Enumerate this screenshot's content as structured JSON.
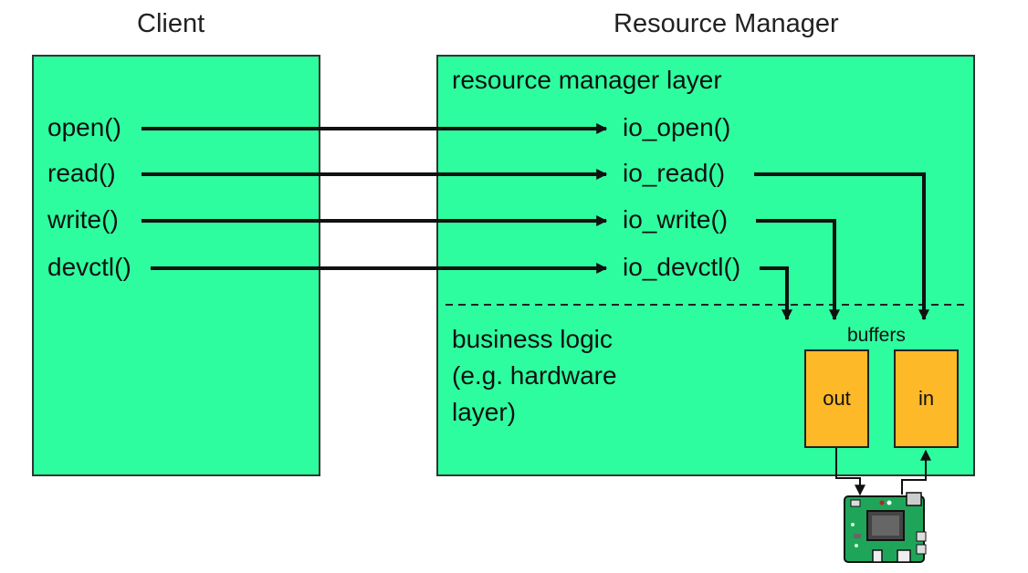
{
  "titles": {
    "client": "Client",
    "resource_manager": "Resource Manager"
  },
  "client_calls": [
    "open()",
    "read()",
    "write()",
    "devctl()"
  ],
  "rm": {
    "layer_label": "resource manager layer",
    "handlers": [
      "io_open()",
      "io_read()",
      "io_write()",
      "io_devctl()"
    ],
    "business_logic": [
      "business logic",
      "(e.g. hardware",
      "layer)"
    ],
    "buffers_label": "buffers",
    "buffer_out": "out",
    "buffer_in": "in"
  },
  "colors": {
    "box_fill": "#2efd9f",
    "buffer_fill": "#fdb927",
    "board_fill": "#1fa55a"
  }
}
